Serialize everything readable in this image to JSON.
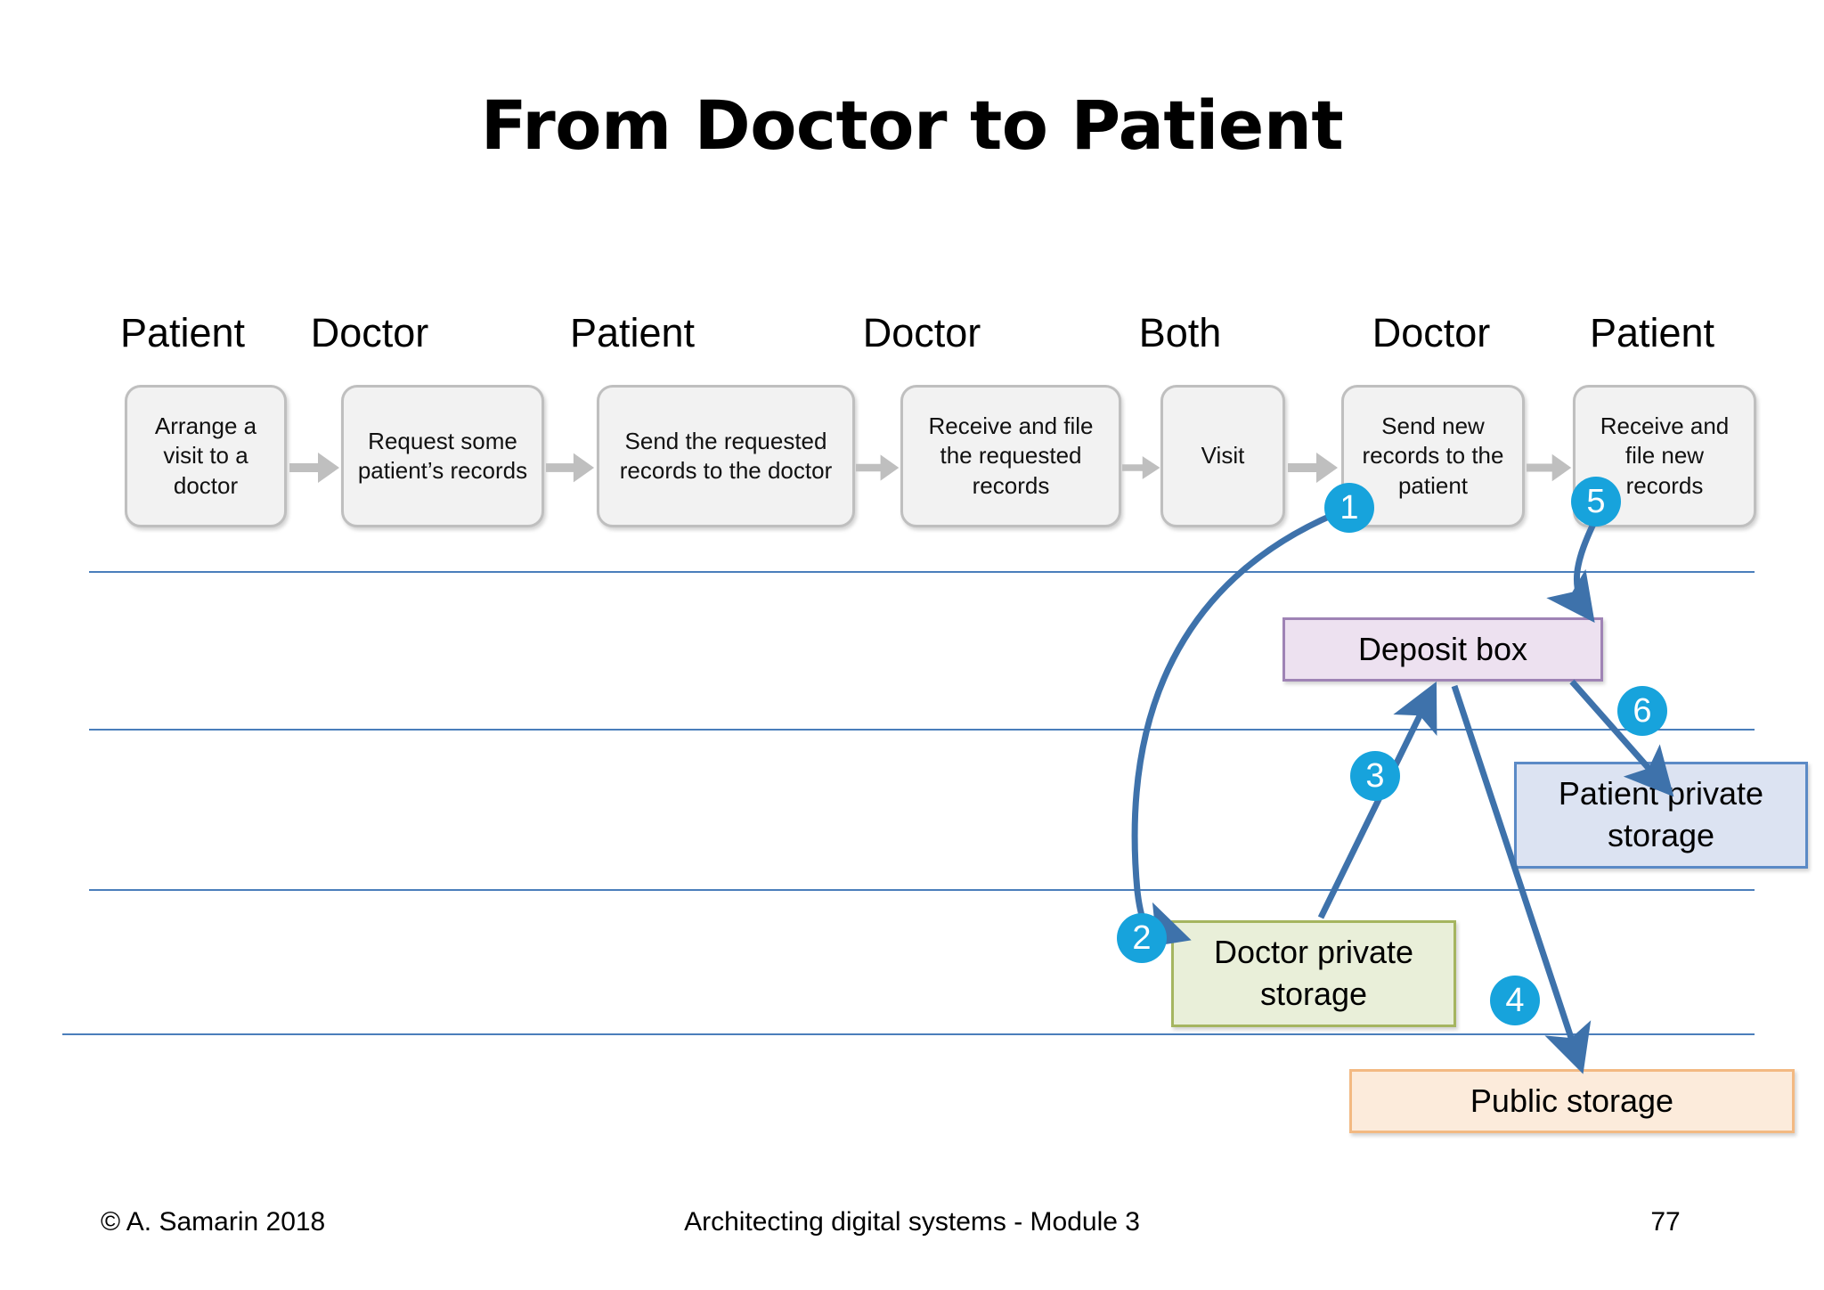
{
  "slide": {
    "title": "From Doctor to Patient",
    "accent_badge_color": "#17A3DC",
    "arrow_color": "#3E72AB",
    "lane_line_color": "#4A7EBB"
  },
  "roles": [
    {
      "label": "Patient"
    },
    {
      "label": "Doctor"
    },
    {
      "label": "Patient"
    },
    {
      "label": "Doctor"
    },
    {
      "label": "Both"
    },
    {
      "label": "Doctor"
    },
    {
      "label": "Patient"
    }
  ],
  "process_steps": [
    {
      "label": "Arrange a visit to a doctor"
    },
    {
      "label": "Request some patient’s records"
    },
    {
      "label": "Send the requested  records to the doctor"
    },
    {
      "label": "Receive and file the requested records"
    },
    {
      "label": "Visit"
    },
    {
      "label": "Send new records to the patient"
    },
    {
      "label": "Receive and file new records"
    }
  ],
  "storages": [
    {
      "id": "deposit-box",
      "label": "Deposit box",
      "fill": "#EDE1F0",
      "border": "#9F83B5"
    },
    {
      "id": "patient-private",
      "label": "Patient private storage",
      "fill": "#DCE3F2",
      "border": "#5B8AC6"
    },
    {
      "id": "doctor-private",
      "label": "Doctor private storage",
      "fill": "#E9EFD9",
      "border": "#A5B560"
    },
    {
      "id": "public-storage",
      "label": "Public storage",
      "fill": "#FCEBDB",
      "border": "#F3B982"
    }
  ],
  "badges": [
    {
      "number": "1"
    },
    {
      "number": "2"
    },
    {
      "number": "3"
    },
    {
      "number": "4"
    },
    {
      "number": "5"
    },
    {
      "number": "6"
    }
  ],
  "footer": {
    "copyright": "© A. Samarin 2018",
    "center": "Architecting digital systems - Module 3",
    "page": "77"
  }
}
